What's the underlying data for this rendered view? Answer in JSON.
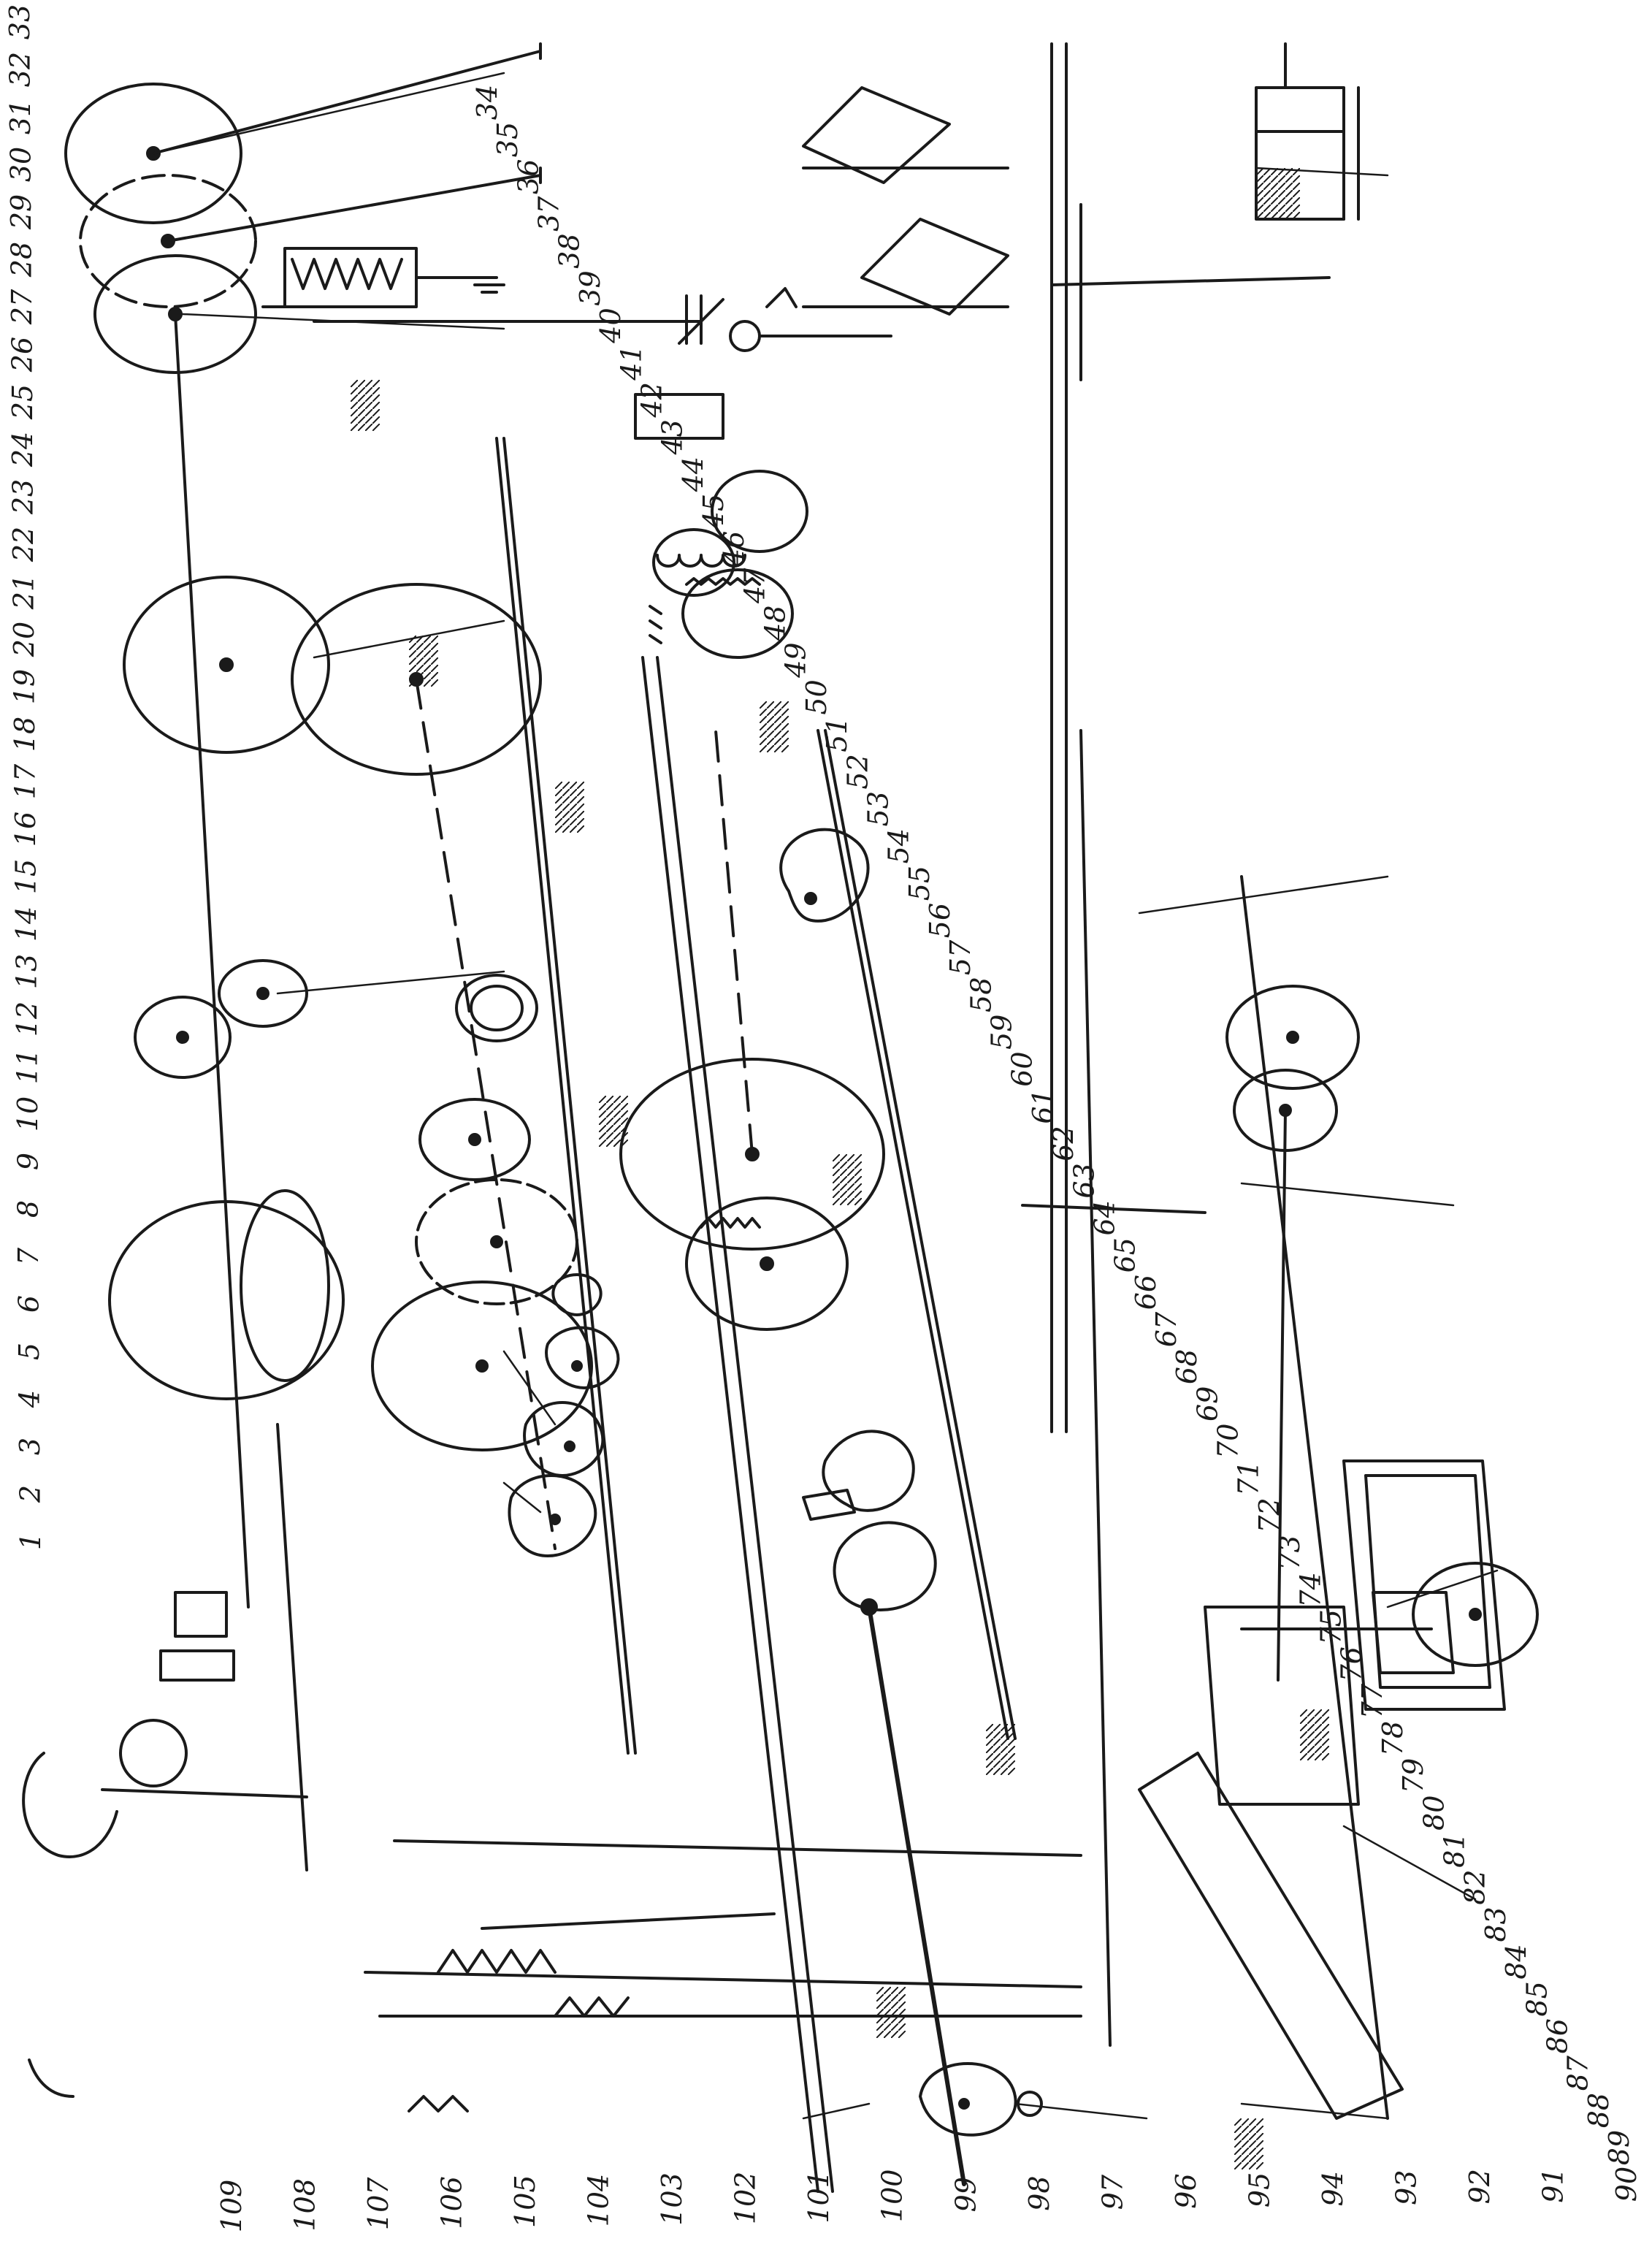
{
  "diagram": {
    "ink_color": "#1a1a1a",
    "paper_color": "#ffffff",
    "rotation_deg": -90,
    "part_labels": {
      "right_margin": [
        "1",
        "2",
        "3",
        "4",
        "5",
        "6",
        "7",
        "8",
        "9",
        "10",
        "11",
        "12",
        "13",
        "14",
        "15",
        "16",
        "17",
        "18",
        "19",
        "20",
        "21",
        "22",
        "23",
        "24",
        "25",
        "26",
        "27",
        "28",
        "29",
        "30",
        "31",
        "32",
        "33"
      ],
      "top_right_block": [
        "34",
        "35",
        "36",
        "37",
        "38",
        "39",
        "40",
        "41",
        "42",
        "43",
        "44",
        "45",
        "46",
        "47",
        "48",
        "49",
        "50",
        "51",
        "52",
        "53",
        "54",
        "55",
        "56",
        "57",
        "58",
        "59",
        "60",
        "61",
        "62",
        "63",
        "64",
        "65",
        "66",
        "67",
        "68",
        "69",
        "70",
        "71",
        "72",
        "73",
        "74",
        "75",
        "76",
        "77",
        "78",
        "79",
        "80",
        "81",
        "82",
        "83",
        "84",
        "85",
        "86",
        "87",
        "88",
        "89"
      ],
      "left_margin": [
        "90",
        "91",
        "92",
        "93",
        "94",
        "95",
        "96",
        "97",
        "98",
        "99",
        "100",
        "101",
        "102",
        "103",
        "104",
        "105",
        "106",
        "107",
        "108",
        "109"
      ]
    }
  }
}
